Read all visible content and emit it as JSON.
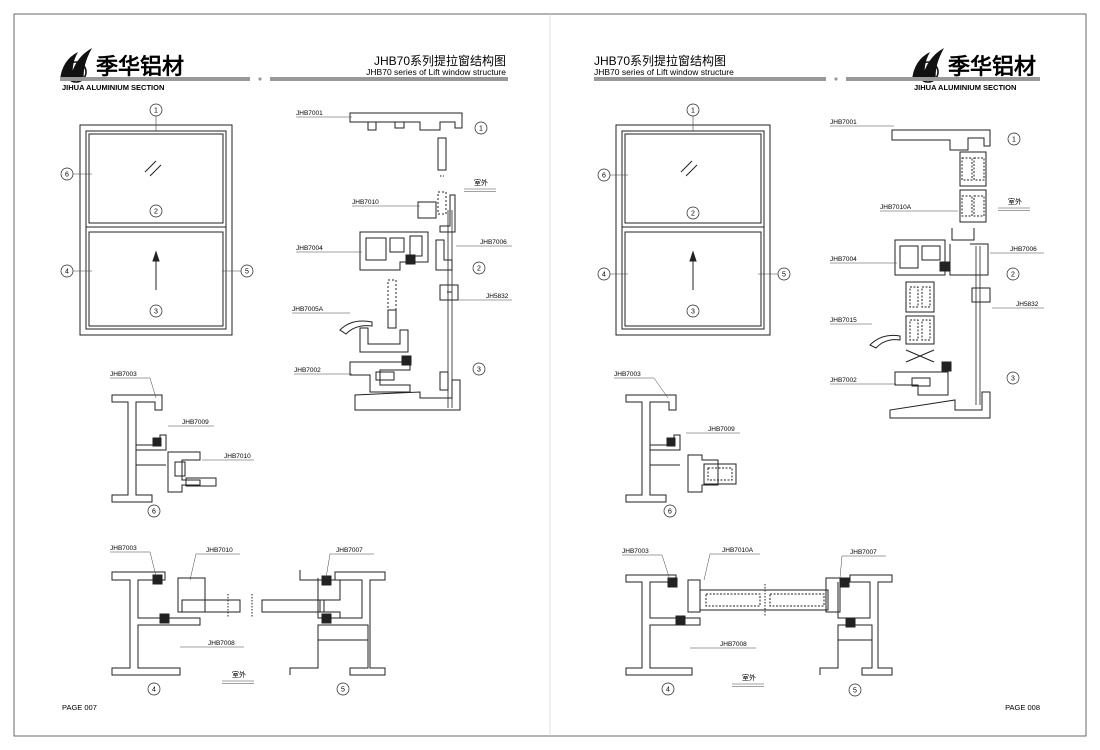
{
  "pages": [
    {
      "brand_name": "季华铝材",
      "brand_sub": "JIHUA ALUMINIUM SECTION",
      "title_cn": "JHB70系列提拉窗结构图",
      "title_en": "JHB70 series of Lift window structure",
      "page_no": "PAGE 007",
      "outdoor": "室外",
      "elevation_callouts": [
        "1",
        "2",
        "3",
        "4",
        "5",
        "6"
      ],
      "section_parts": [
        "JHB7001",
        "JHB7010",
        "JHB7004",
        "JHB7006",
        "JH5832",
        "JHB7005A",
        "JHB7002"
      ],
      "detail6_parts": [
        "JHB7003",
        "JHB7009",
        "JHB7010"
      ],
      "bottom_parts": [
        "JHB7003",
        "JHB7010",
        "JHB7008",
        "JHB7007"
      ],
      "side_callouts": [
        "1",
        "2",
        "3"
      ]
    },
    {
      "brand_name": "季华铝材",
      "brand_sub": "JIHUA ALUMINIUM SECTION",
      "title_cn": "JHB70系列提拉窗结构图",
      "title_en": "JHB70 series of Lift window structure",
      "page_no": "PAGE 008",
      "outdoor": "室外",
      "elevation_callouts": [
        "1",
        "2",
        "3",
        "4",
        "5",
        "6"
      ],
      "section_parts": [
        "JHB7001",
        "JHB7010A",
        "JHB7006",
        "JHB7004",
        "JH5832",
        "JHB7015",
        "JHB7002"
      ],
      "detail6_parts": [
        "JHB7003",
        "JHB7009"
      ],
      "bottom_parts": [
        "JHB7003",
        "JHB7010A",
        "JHB7007",
        "JHB7008"
      ],
      "side_callouts": [
        "1",
        "2",
        "3"
      ]
    }
  ]
}
